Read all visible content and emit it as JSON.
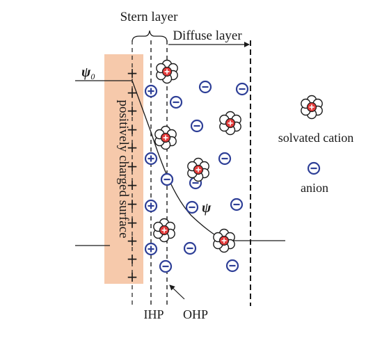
{
  "labels": {
    "stern_layer": "Stern layer",
    "diffuse_layer": "Diffuse layer",
    "psi0_symbol": "ψ",
    "psi0_subscript": "0",
    "psi": "ψ",
    "surface": "positively charged surface",
    "ihp": "IHP",
    "ohp": "OHP"
  },
  "legend": {
    "solvated_cation": "solvated cation",
    "anion": "anion"
  },
  "surface_charge_symbol": "+",
  "colors": {
    "surface_fill": "#f6c9ab",
    "anion": "#2e3f97",
    "cation_core": "#e23a3a",
    "line": "#1a1a1a"
  },
  "icons": {
    "anion": "circled-minus-icon",
    "solvated_cation": "solvated-cation-icon"
  }
}
